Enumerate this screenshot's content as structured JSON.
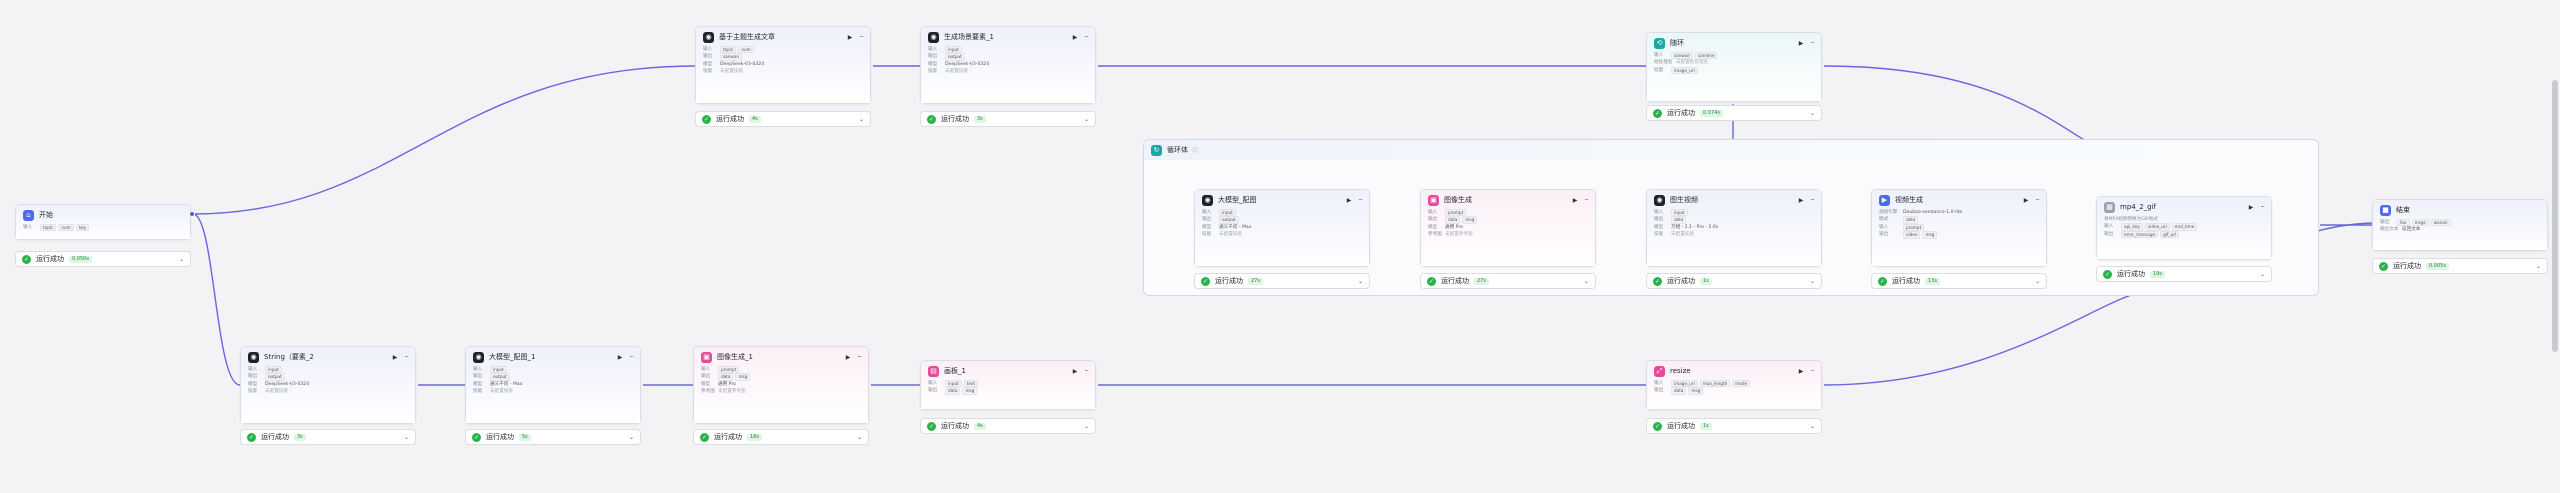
{
  "status_label": "运行成功",
  "nodes": {
    "start": {
      "title": "开始",
      "in_label": "输入",
      "inputs": [
        "topic",
        "num",
        "key"
      ],
      "time": "0.050s"
    },
    "article": {
      "title": "基于主题生成文章",
      "in_label": "输入",
      "out_label": "输出",
      "model_label": "模型",
      "skill_label": "技能",
      "inputs": [
        "topic",
        "num"
      ],
      "outputs": [
        "sanwan"
      ],
      "model": "DeepSeek-V3-0324",
      "skill": "未配置技能",
      "time": "4s"
    },
    "gen_elements": {
      "title": "生成场景要素_1",
      "in_label": "输入",
      "out_label": "输出",
      "model_label": "模型",
      "skill_label": "技能",
      "inputs": [
        "input"
      ],
      "outputs": [
        "output"
      ],
      "model": "DeepSeek-V3-0324",
      "skill": "未配置技能",
      "time": "3s"
    },
    "string_gen": {
      "title": "String（要素_2",
      "in_label": "输入",
      "out_label": "输出",
      "model_label": "模型",
      "skill_label": "技能",
      "inputs": [
        "input"
      ],
      "outputs": [
        "output"
      ],
      "model": "DeepSeek-V3-0324",
      "skill": "未配置技能",
      "time": "3s"
    },
    "llm_1": {
      "title": "大模型_配图_1",
      "in_label": "输入",
      "out_label": "输出",
      "model_label": "模型",
      "skill_label": "技能",
      "inputs": [
        "input"
      ],
      "outputs": [
        "output"
      ],
      "model": "通义千问 - Max",
      "skill": "未配置技能",
      "time": "5s"
    },
    "image_1": {
      "title": "图像生成_1",
      "in_label": "输入",
      "out_label": "输出",
      "model_label": "模型",
      "ref_label": "参考图",
      "inputs": [
        "prompt"
      ],
      "outputs": [
        "data",
        "msg"
      ],
      "model": "通用 Pro",
      "ref": "未配置参考图",
      "time": "18s"
    },
    "canvas_1": {
      "title": "画板_1",
      "in_label": "输入",
      "out_label": "输出",
      "inputs": [
        "input",
        "text"
      ],
      "outputs": [
        "data",
        "msg"
      ],
      "time": "4s"
    },
    "resize": {
      "title": "resize",
      "in_label": "输入",
      "out_label": "输出",
      "inputs": [
        "image_url",
        "max_length",
        "mode"
      ],
      "outputs": [
        "data",
        "msg"
      ],
      "time": "1s"
    },
    "concat": {
      "title": "随环",
      "in_label": "输入",
      "out_label": "批处理名",
      "model_label": "批量",
      "inputs": [
        "sanwan",
        "sanlene"
      ],
      "outputs": [
        "未配置批处理名"
      ],
      "model": [
        "image_url"
      ],
      "time": "0.074s"
    },
    "loop": {
      "title": "循环体"
    },
    "llm_loop": {
      "title": "大模型_配图",
      "in_label": "输入",
      "out_label": "输出",
      "model_label": "模型",
      "skill_label": "技能",
      "inputs": [
        "input"
      ],
      "outputs": [
        "output"
      ],
      "model": "通义千问 - Max",
      "skill": "未配置技能",
      "time": "27s"
    },
    "image_loop": {
      "title": "图像生成",
      "in_label": "输入",
      "out_label": "输出",
      "model_label": "模型",
      "ref_label": "参考图",
      "inputs": [
        "prompt"
      ],
      "outputs": [
        "data",
        "msg"
      ],
      "model": "通用 Pro",
      "ref": "未配置参考图",
      "time": "27s"
    },
    "image_video": {
      "title": "图生视频",
      "in_label": "输入",
      "out_label": "输出",
      "model_label": "模型",
      "skill_label": "技能",
      "inputs": [
        "input"
      ],
      "outputs": [
        "data"
      ],
      "model": "万相 - 2.1 - Pro - 2.0s",
      "skill": "未配置技能",
      "time": "1s"
    },
    "video_gen": {
      "title": "视频生成",
      "in_label": "视频引擎",
      "model_label": "模式",
      "out_label": "输入",
      "skill_label": "输出",
      "engine": "Doubao-seedance-1.0-lite",
      "mode": "data",
      "inputs": [
        "prompt"
      ],
      "outputs": [
        "video",
        "msg"
      ],
      "time": "13s"
    },
    "mp4gif": {
      "title": "mp4_2_gif",
      "desc": "将MP4视频转换为GIF格式",
      "in_label": "输入",
      "out_label": "输出",
      "inputs": [
        "api_key",
        "video_url",
        "end_time"
      ],
      "outputs": [
        "error_message",
        "gif_url"
      ],
      "time": "19s"
    },
    "end": {
      "title": "结束",
      "in_label": "输出",
      "out_label": "输出文本",
      "inputs": [
        "foo",
        "msgs",
        "wanan"
      ],
      "output_text": "返回文本",
      "time": "0.005s"
    }
  },
  "colors": {
    "accent": "#5a56d8",
    "success": "#2bb34b",
    "icon_black": "#1f2329",
    "icon_pink": "#e64a9c",
    "icon_teal": "#19a9a6",
    "icon_blue": "#4f6bed"
  }
}
